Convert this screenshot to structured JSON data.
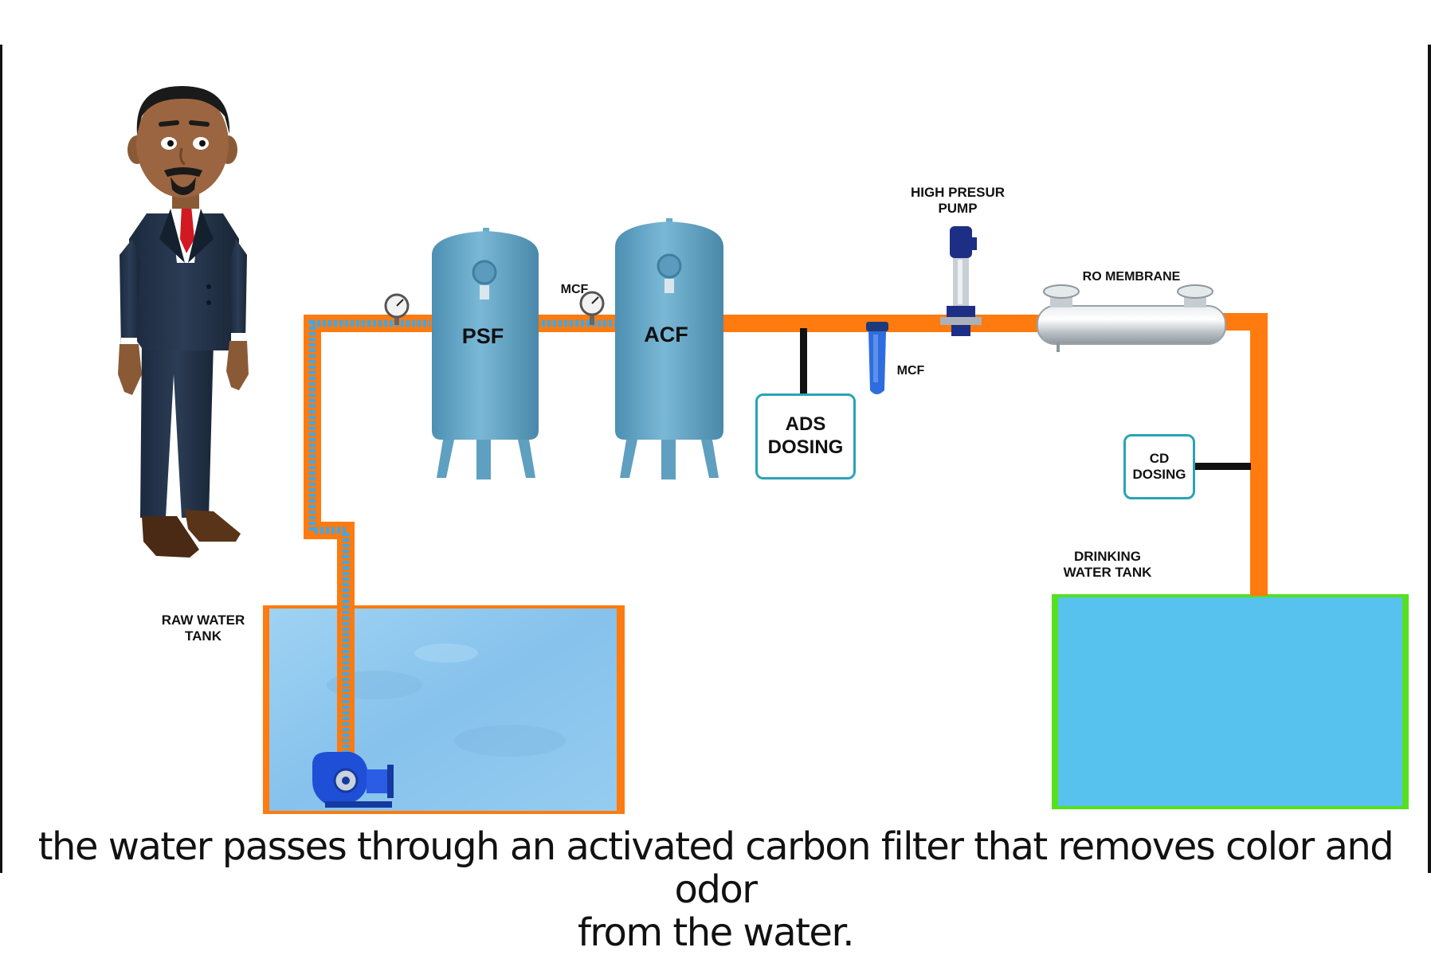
{
  "labels": {
    "high_pressure_pump": [
      "HIGH PRESUR",
      "PUMP"
    ],
    "ro_membrane": "RO MEMBRANE",
    "mcf_top": "MCF",
    "psf": "PSF",
    "acf": "ACF",
    "mcf_right": "MCF",
    "ads_dosing": [
      "ADS",
      "DOSING"
    ],
    "cd_dosing": [
      "CD",
      "DOSING"
    ],
    "drinking_water_tank": [
      "DRINKING",
      "WATER TANK"
    ],
    "raw_water_tank": [
      "RAW WATER",
      "TANK"
    ]
  },
  "caption": {
    "line1": "the water passes through an activated carbon filter that removes color and odor",
    "line2": "from the water."
  },
  "colors": {
    "pipe": "#ff7b0f",
    "flow_dots": "#3fa7e8",
    "vessel": "#6aa9c9",
    "raw_water": "#8cc7ef",
    "drinking_water": "#58c2ef",
    "drinking_tank_border": "#55e01f",
    "dosing_border": "#2aa3b8",
    "pump": "#1f4fd6"
  },
  "icons": [
    "presenter-character",
    "centrifugal-pump-icon",
    "pressure-gauge-icon",
    "vertical-multistage-pump-icon",
    "cartridge-filter-icon",
    "ro-membrane-housing-icon"
  ]
}
